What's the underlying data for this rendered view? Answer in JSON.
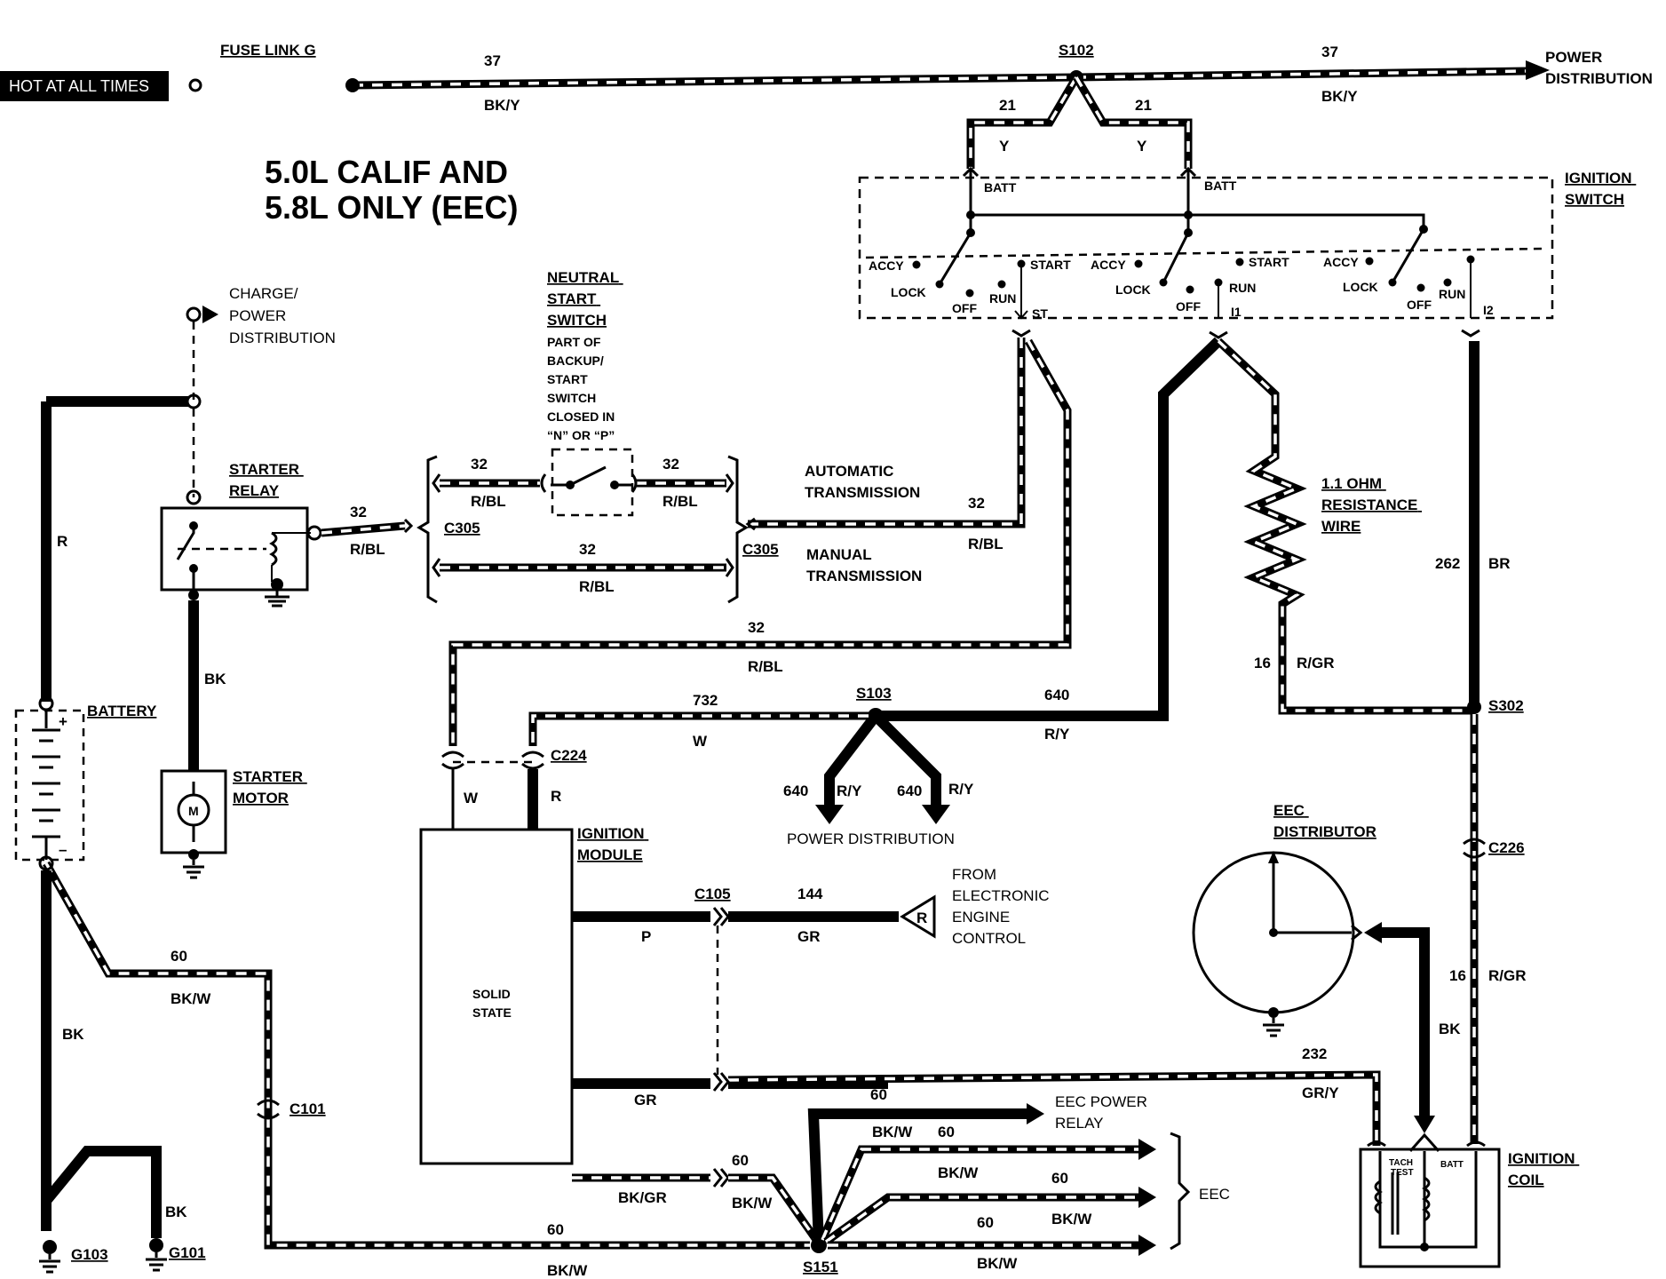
{
  "header": {
    "hot_label": "HOT AT ALL TIMES",
    "fuse_link": "FUSE LINK G",
    "power_distribution": "POWER\nDISTRIBUTION",
    "title_line1": "5.0L CALIF AND",
    "title_line2": "5.8L ONLY (EEC)"
  },
  "splices": {
    "s102": "S102",
    "s103": "S103",
    "s151": "S151",
    "s302": "S302"
  },
  "connectors": {
    "c305_left": "C305",
    "c305_right": "C305",
    "c224": "C224",
    "c105": "C105",
    "c101": "C101",
    "c226": "C226"
  },
  "grounds": {
    "g103": "G103",
    "g101": "G101"
  },
  "components": {
    "charge_power": "CHARGE/\nPOWER\nDISTRIBUTION",
    "starter_relay": "STARTER\nRELAY",
    "battery": "BATTERY",
    "starter_motor": "STARTER\nMOTOR",
    "motor_symbol": "M",
    "neutral_switch_title": "NEUTRAL\nSTART\nSWITCH",
    "neutral_switch_note": "PART OF\nBACKUP/\nSTART\nSWITCH\nCLOSED IN\n“N” OR “P”",
    "automatic_trans": "AUTOMATIC\nTRANSMISSION",
    "manual_trans": "MANUAL\nTRANSMISSION",
    "ignition_switch": "IGNITION\nSWITCH",
    "resistance_wire": "1.1 OHM\nRESISTANCE\nWIRE",
    "ignition_module": "IGNITION\nMODULE",
    "solid_state": "SOLID\nSTATE",
    "power_distribution_bottom": "POWER DISTRIBUTION",
    "from_eec": "FROM\nELECTRONIC\nENGINE\nCONTROL",
    "eec_symbol": "R",
    "eec_distributor": "EEC\nDISTRIBUTOR",
    "eec_power_relay": "EEC POWER\nRELAY",
    "eec": "EEC",
    "ignition_coil": "IGNITION\nCOIL",
    "tach_test": "TACH\nTEST",
    "coil_batt": "BATT"
  },
  "switch_labels": {
    "batt": "BATT",
    "accy": "ACCY",
    "lock": "LOCK",
    "off": "OFF",
    "run": "RUN",
    "start": "START",
    "st": "ST",
    "i1": "I1",
    "i2": "I2",
    "plus": "+",
    "minus": "–"
  },
  "wires": {
    "w37_left_num": "37",
    "w37_left_color": "BK/Y",
    "w37_right_num": "37",
    "w37_right_color": "BK/Y",
    "w21_left_num": "21",
    "w21_left_color": "Y",
    "w21_right_num": "21",
    "w21_right_color": "Y",
    "w32_relay_num": "32",
    "w32_relay_color": "R/BL",
    "w32_nss_left_num": "32",
    "w32_nss_left_color": "R/BL",
    "w32_nss_right_num": "32",
    "w32_nss_right_color": "R/BL",
    "w32_manual_num": "32",
    "w32_manual_color": "R/BL",
    "w32_auto_num": "32",
    "w32_auto_color": "R/BL",
    "w32_long_num": "32",
    "w32_long_color": "R/BL",
    "r_battery": "R",
    "bk_starter": "BK",
    "w732_num": "732",
    "w732_color": "W",
    "w640_num": "640",
    "w640_color": "R/Y",
    "w640_a_num": "640",
    "w640_a_color": "R/Y",
    "w640_b_num": "640",
    "w640_b_color": "R/Y",
    "w262_num": "262",
    "w262_color": "BR",
    "w16_top_num": "16",
    "w16_top_color": "R/GR",
    "w16_bot_num": "16",
    "w16_bot_color": "R/GR",
    "module_w": "W",
    "module_r": "R",
    "w144_num": "144",
    "w144_color": "GR",
    "module_p": "P",
    "w60_ground_num": "60",
    "w60_ground_color": "BK/W",
    "bk_ground": "BK",
    "bk_g101": "BK",
    "w232_num": "232",
    "w232_color": "GR/Y",
    "module_gr": "GR",
    "module_bkgr": "BK/GR",
    "w60_eecrelay_num": "60",
    "w60_eecrelay_color": "BK/W",
    "w60_eec1_num": "60",
    "w60_eec1_color": "BK/W",
    "w60_eec2_num": "60",
    "w60_eec2_color": "BK/W",
    "w60_eec3_num": "60",
    "w60_eec3_color": "BK/W",
    "w60_c105_num": "60",
    "w60_c105_color": "BK/W",
    "w60_bottom_num": "60",
    "w60_bottom_color": "BK/W",
    "w60_s151_color": "BK/W",
    "bk_distributor": "BK"
  }
}
